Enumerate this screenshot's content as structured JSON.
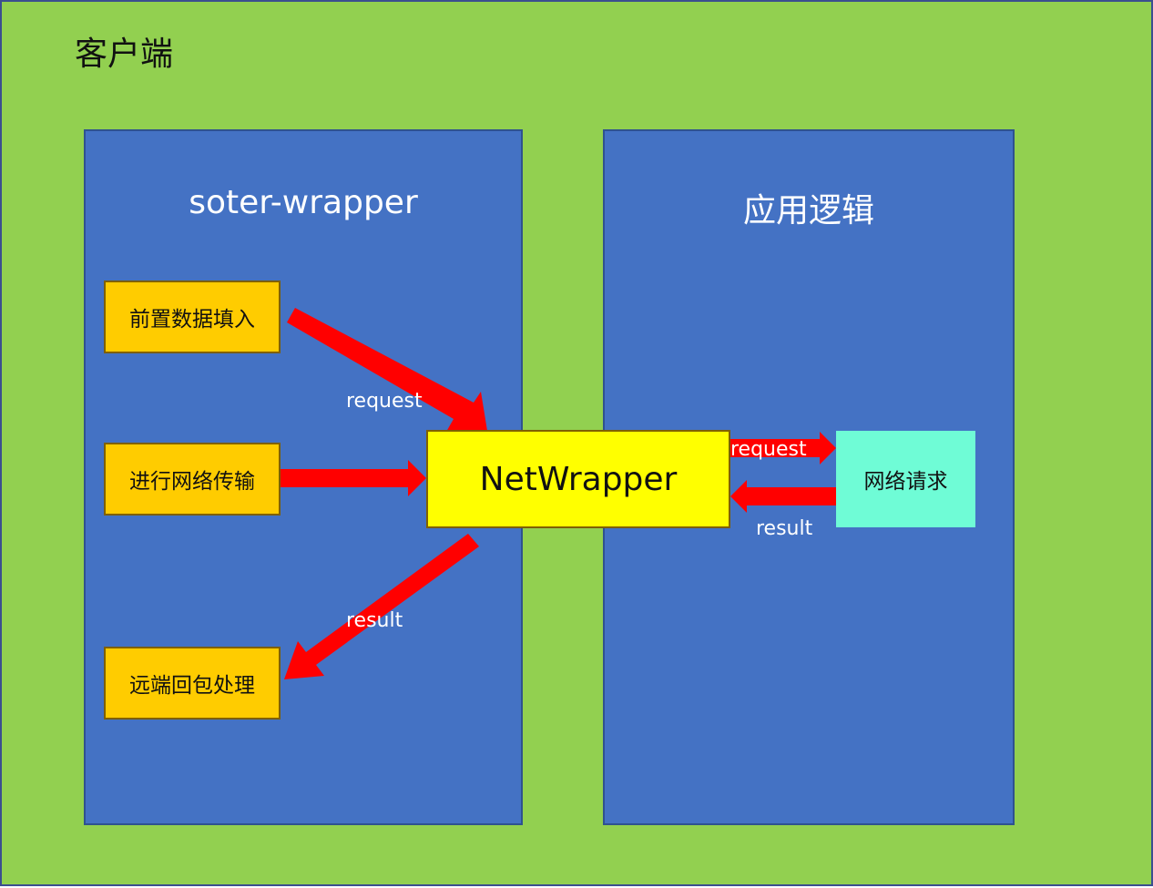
{
  "client": {
    "label": "客户端"
  },
  "soter_panel": {
    "title": "soter-wrapper",
    "steps": [
      "前置数据填入",
      "进行网络传输",
      "远端回包处理"
    ]
  },
  "app_panel": {
    "title": "应用逻辑"
  },
  "netwrapper": {
    "label": "NetWrapper"
  },
  "network_request": {
    "label": "网络请求"
  },
  "arrow_labels": {
    "request_in": "request",
    "result_out": "result",
    "request_to_network": "request",
    "result_from_network": "result"
  },
  "colors": {
    "background": "#92d050",
    "panel": "#4472c4",
    "step_box": "#ffcc00",
    "netwrapper": "#ffff00",
    "network_request": "#6ffcd6",
    "arrow": "#ff0000"
  }
}
